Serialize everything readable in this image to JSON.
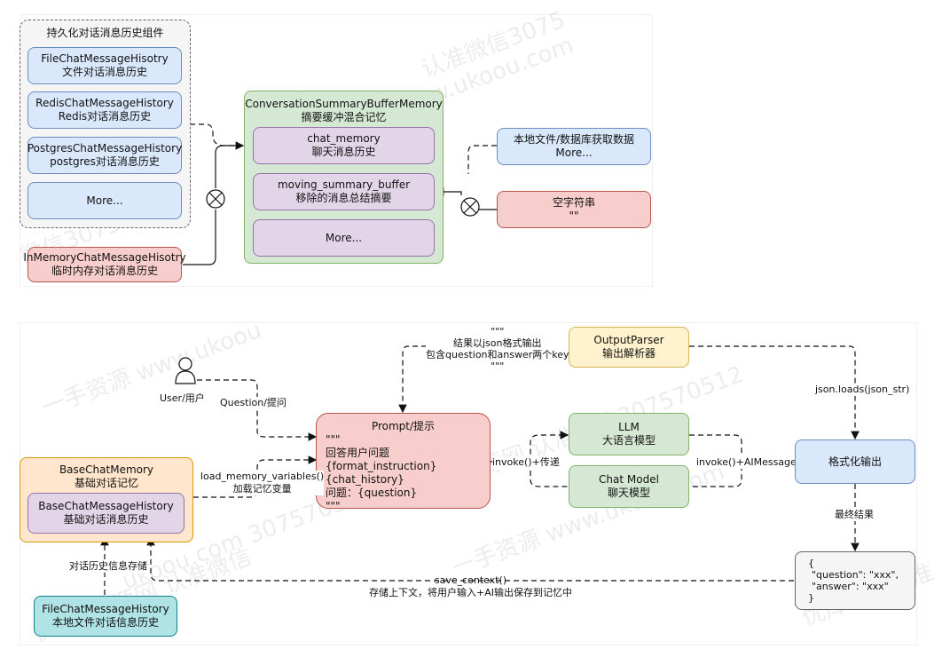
{
  "top": {
    "group_title": "持久化对话消息历史组件",
    "file_history": [
      "FileChatMessageHisotry",
      "文件对话消息历史"
    ],
    "redis_history": [
      "RedisChatMessageHistory",
      "Redis对话消息历史"
    ],
    "postgres_history": [
      "PostgresChatMessageHistory",
      "postgres对话消息历史"
    ],
    "more_left": "More...",
    "inmemory_history": [
      "InMemoryChatMessageHisotry",
      "临时内存对话消息历史"
    ],
    "summary_memory": [
      "ConversationSummaryBufferMemory",
      "摘要缓冲混合记忆"
    ],
    "chat_memory": [
      "chat_memory",
      "聊天消息历史"
    ],
    "moving_summary": [
      "moving_summary_buffer",
      "移除的消息总结摘要"
    ],
    "more_mid": "More...",
    "local_data": [
      "本地文件/数据库获取数据",
      "More..."
    ],
    "empty_string": [
      "空字符串",
      "\"\""
    ]
  },
  "bottom": {
    "user_label": "User/用户",
    "question_label": "Question/提问",
    "quote_top": "\"\"\"",
    "json_output_label": [
      "结果以json格式输出",
      "包含question和answer两个key"
    ],
    "quote_bottom": "\"\"\"",
    "output_parser": [
      "OutputParser",
      "输出解析器"
    ],
    "json_loads_label": "json.loads(json_str)",
    "prompt": {
      "title": "Prompt/提示",
      "lines": [
        "\"\"\"",
        "回答用户问题",
        "{format_instruction}",
        "{chat_history}",
        "问题：{question}",
        "\"\"\""
      ]
    },
    "llm": [
      "LLM",
      "大语言模型"
    ],
    "chat_model": [
      "Chat Model",
      "聊天模型"
    ],
    "invoke_pass_label": "invoke()+传递",
    "invoke_ai_label": "invoke()+AIMessage",
    "format_output": "格式化输出",
    "final_result_label": "最终结果",
    "result_json": [
      "{",
      "\"question\": \"xxx\",",
      "\"answer\": \"xxx\"",
      "}"
    ],
    "base_memory": [
      "BaseChatMemory",
      "基础对话记忆"
    ],
    "base_history": [
      "BaseChatMessageHistory",
      "基础对话消息历史"
    ],
    "load_memory_label": [
      "load_memory_variables()",
      "加载记忆变量"
    ],
    "save_context_label": [
      "save_context()",
      "存储上下文，将用户输入+AI输出保存到记忆中"
    ],
    "history_store_label": "对话历史信息存储",
    "file_history": [
      "FileChatMessageHistory",
      "本地文件对话信息历史"
    ]
  }
}
